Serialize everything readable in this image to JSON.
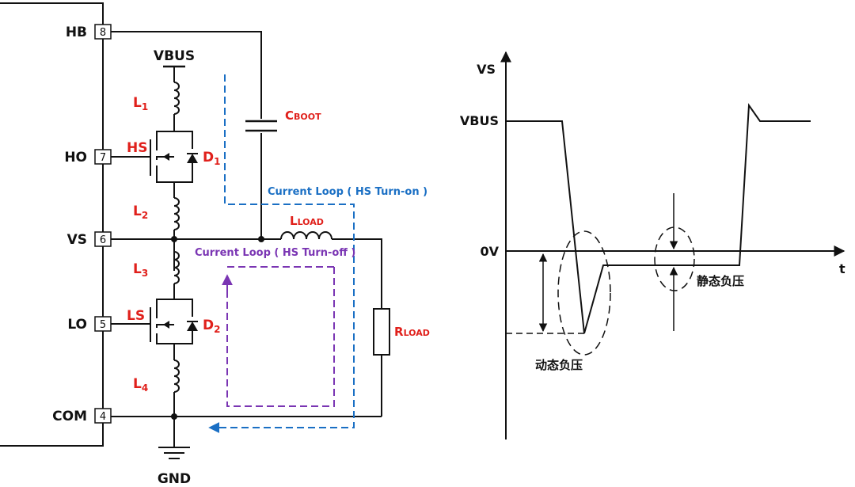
{
  "circuit": {
    "pins": [
      {
        "name": "HB",
        "number": "8"
      },
      {
        "name": "HO",
        "number": "7"
      },
      {
        "name": "VS",
        "number": "6"
      },
      {
        "name": "LO",
        "number": "5"
      },
      {
        "name": "COM",
        "number": "4"
      }
    ],
    "supply_label": "VBUS",
    "ground_label": "GND",
    "inductors": {
      "l1": "L",
      "l1_sub": "1",
      "l2": "L",
      "l2_sub": "2",
      "l3": "L",
      "l3_sub": "3",
      "l4": "L",
      "l4_sub": "4"
    },
    "high_side": {
      "switch_label": "HS",
      "diode_label": "D",
      "diode_sub": "1"
    },
    "low_side": {
      "switch_label": "LS",
      "diode_label": "D",
      "diode_sub": "2"
    },
    "boot_cap": {
      "label": "C",
      "sub": "BOOT"
    },
    "load_inductor": {
      "label": "L",
      "sub": "LOAD"
    },
    "load_resistor": {
      "label": "R",
      "sub": "LOAD"
    },
    "loops": {
      "turn_on": "Current Loop ( HS Turn-on )",
      "turn_off": "Current Loop ( HS Turn-off )"
    },
    "colors": {
      "label_red": "#e0201b",
      "loop_blue": "#1a6fc4",
      "loop_purple": "#7a35b3"
    }
  },
  "waveform": {
    "y_axis_label": "VS",
    "x_axis_label": "t",
    "level_high": "VBUS",
    "level_zero": "0V",
    "annotation_static": "静态负压",
    "annotation_dynamic": "动态负压"
  }
}
